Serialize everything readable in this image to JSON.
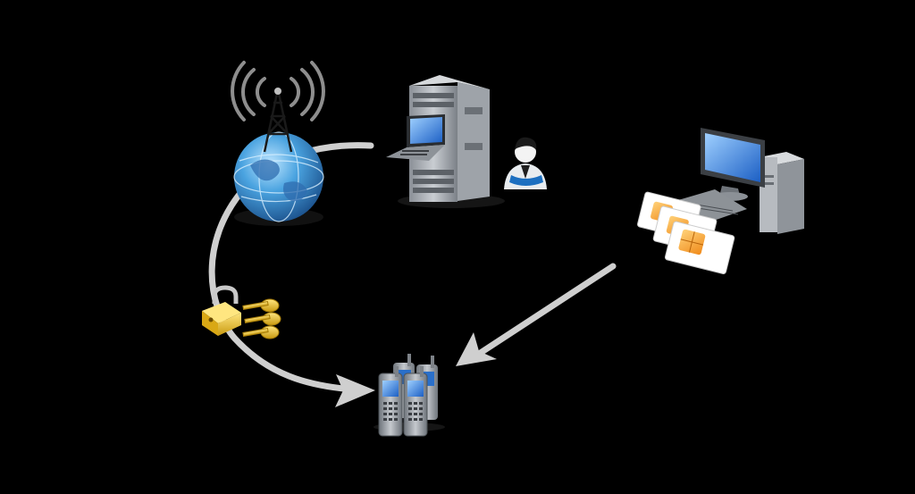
{
  "diagram": {
    "background": "#000000",
    "connector_color": "#cfcfcf",
    "nodes": [
      {
        "id": "tower-globe",
        "icon": "radio-tower-globe-icon"
      },
      {
        "id": "server-operator",
        "icon": "server-rack-with-operator-icon"
      },
      {
        "id": "sim-workstation",
        "icon": "desktop-computer-with-sim-cards-icon"
      },
      {
        "id": "security-keys",
        "icon": "padlock-with-keys-icon"
      },
      {
        "id": "mobile-phones",
        "icon": "mobile-phones-icon"
      }
    ],
    "edges": [
      {
        "from": "server-operator",
        "to": "mobile-phones",
        "via": [
          "tower-globe",
          "security-keys"
        ],
        "style": "curved-arrow"
      },
      {
        "from": "sim-workstation",
        "to": "mobile-phones",
        "style": "straight-arrow"
      }
    ]
  }
}
